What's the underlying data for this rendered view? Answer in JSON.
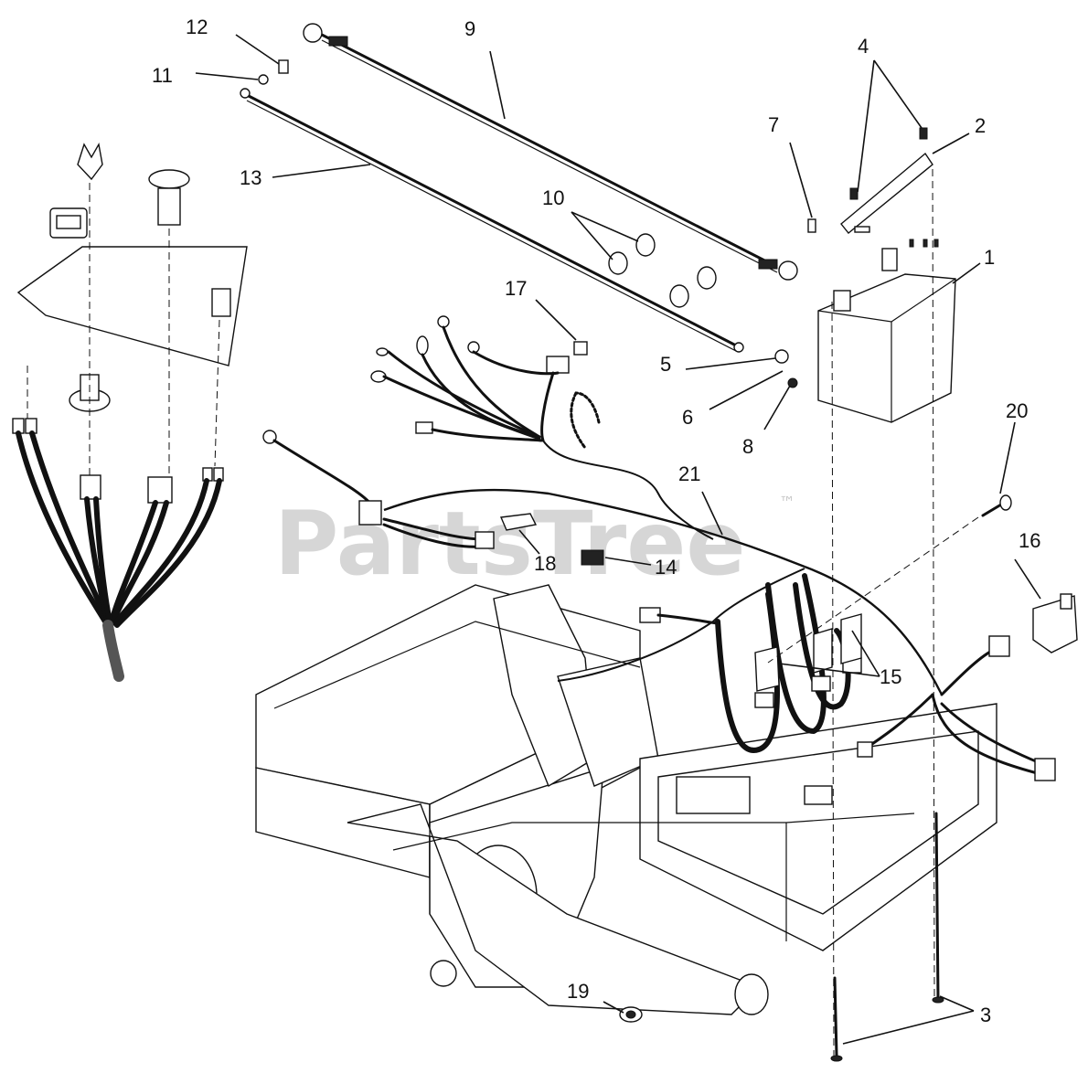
{
  "watermark": {
    "text": "PartsTree",
    "trademark": "™"
  },
  "callouts": [
    "1",
    "2",
    "3",
    "4",
    "5",
    "6",
    "7",
    "8",
    "9",
    "10",
    "11",
    "12",
    "13",
    "14",
    "15",
    "16",
    "17",
    "18",
    "19",
    "20",
    "21"
  ]
}
